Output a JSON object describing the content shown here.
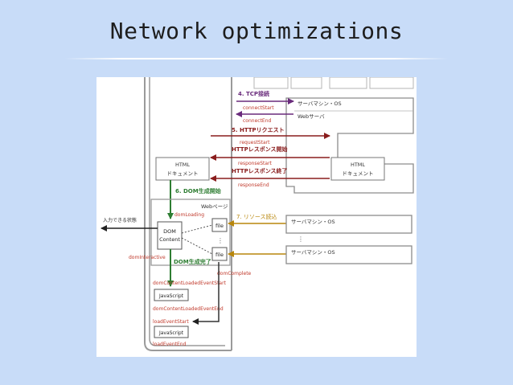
{
  "slide": {
    "title": "Network optimizations"
  },
  "colors": {
    "background": "#c8dcf8",
    "purple": "#6a2c7c",
    "dark_red": "#8a1d1d",
    "red_label": "#c0392b",
    "green": "#2e7d32",
    "gold": "#b8860b",
    "gray_border": "#9a9a9a"
  },
  "diagram": {
    "tcp": {
      "step": "4. TCP接続",
      "connect_start": "connectStart",
      "connect_end": "connectEnd"
    },
    "server_top": {
      "machine": "サーバマシン・OS",
      "web_server": "Webサーバ"
    },
    "http": {
      "request_step": "5. HTTPリクエスト",
      "request_start": "requestStart",
      "response_begin": "HTTPレスポンス開始",
      "response_start": "responseStart",
      "response_end_label": "HTTPレスポンス終了",
      "response_end": "responseEnd"
    },
    "html_doc_left": {
      "line1": "HTML",
      "line2": "ドキュメント"
    },
    "html_doc_right": {
      "line1": "HTML",
      "line2": "ドキュメント"
    },
    "dom": {
      "step": "6. DOM生成開始",
      "web_page": "Webページ",
      "dom_loading": "domLoading",
      "box_line1": "DOM",
      "box_line2": "Content",
      "interactive_state": "入力できる状態",
      "dom_interactive": "domInteractive",
      "dom_complete_label": "DOM生成完了",
      "dom_complete": "domComplete"
    },
    "files": {
      "file1": "file",
      "file2": "file"
    },
    "resource": {
      "step": "7. リソース読込",
      "server1": "サーバマシン・OS",
      "server2": "サーバマシン・OS"
    },
    "events": {
      "dcl_start": "domContentLoadedEventStart",
      "script1": "JavaScript",
      "dcl_end": "domContentLoadedEventEnd",
      "load_start": "loadEventStart",
      "script2": "JavaScript",
      "load_end": "loadEventEnd"
    }
  }
}
